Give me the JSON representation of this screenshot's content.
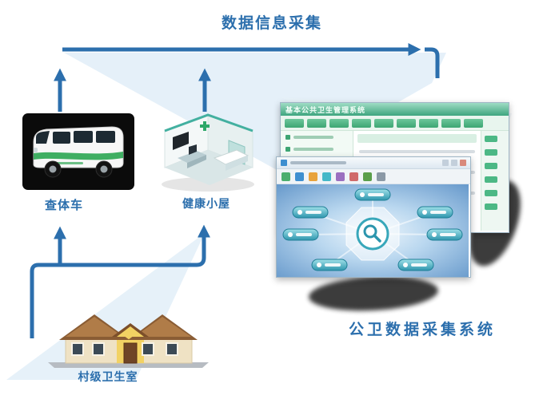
{
  "title": "数据信息采集",
  "nodes": {
    "van_label": "查体车",
    "cabin_label": "健康小屋",
    "clinic_label": "村级卫生室",
    "system_label": "公卫数据采集系统"
  },
  "windows": {
    "back_title": "基本公共卫生管理系统"
  },
  "colors": {
    "accent_blue": "#2c6fad",
    "arrow_blue": "#2c6fad",
    "menu_green": "#3ea57f",
    "hub_teal": "#2b95ad",
    "bg_shape_blue": "#dcebf7",
    "van_stripe_green": "#3fae62",
    "house_roof_brown": "#9a6a3e",
    "house_wall_cream": "#efe2c4",
    "shadow_dark": "#2c2c2c"
  },
  "icons": {
    "hub_center": "magnifier-icon",
    "cabin_sign": "medical-cross-icon"
  }
}
